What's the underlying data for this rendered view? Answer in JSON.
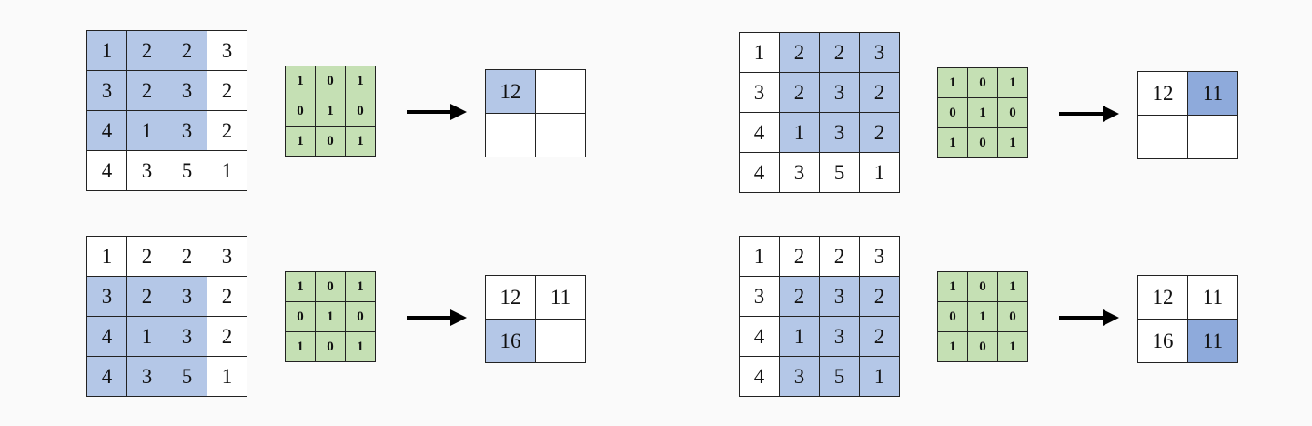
{
  "input_matrix": [
    [
      1,
      2,
      2,
      3
    ],
    [
      3,
      2,
      3,
      2
    ],
    [
      4,
      1,
      3,
      2
    ],
    [
      4,
      3,
      5,
      1
    ]
  ],
  "kernel_matrix": [
    [
      1,
      0,
      1
    ],
    [
      0,
      1,
      0
    ],
    [
      1,
      0,
      1
    ]
  ],
  "colors": {
    "window": "#b4c7e7",
    "kernel": "#c5e0b4",
    "output_dark": "#8eaadb",
    "border": "#222222"
  },
  "panels": [
    {
      "id": "step-1",
      "window": {
        "row": 0,
        "col": 0
      },
      "output": [
        "12",
        "",
        "",
        ""
      ],
      "active": 0,
      "active_style": "light"
    },
    {
      "id": "step-2",
      "window": {
        "row": 0,
        "col": 1
      },
      "output": [
        "12",
        "11",
        "",
        ""
      ],
      "active": 1,
      "active_style": "dark"
    },
    {
      "id": "step-3",
      "window": {
        "row": 1,
        "col": 0
      },
      "output": [
        "12",
        "11",
        "16",
        ""
      ],
      "active": 2,
      "active_style": "light"
    },
    {
      "id": "step-4",
      "window": {
        "row": 1,
        "col": 1
      },
      "output": [
        "12",
        "11",
        "16",
        "11"
      ],
      "active": 3,
      "active_style": "dark"
    }
  ]
}
